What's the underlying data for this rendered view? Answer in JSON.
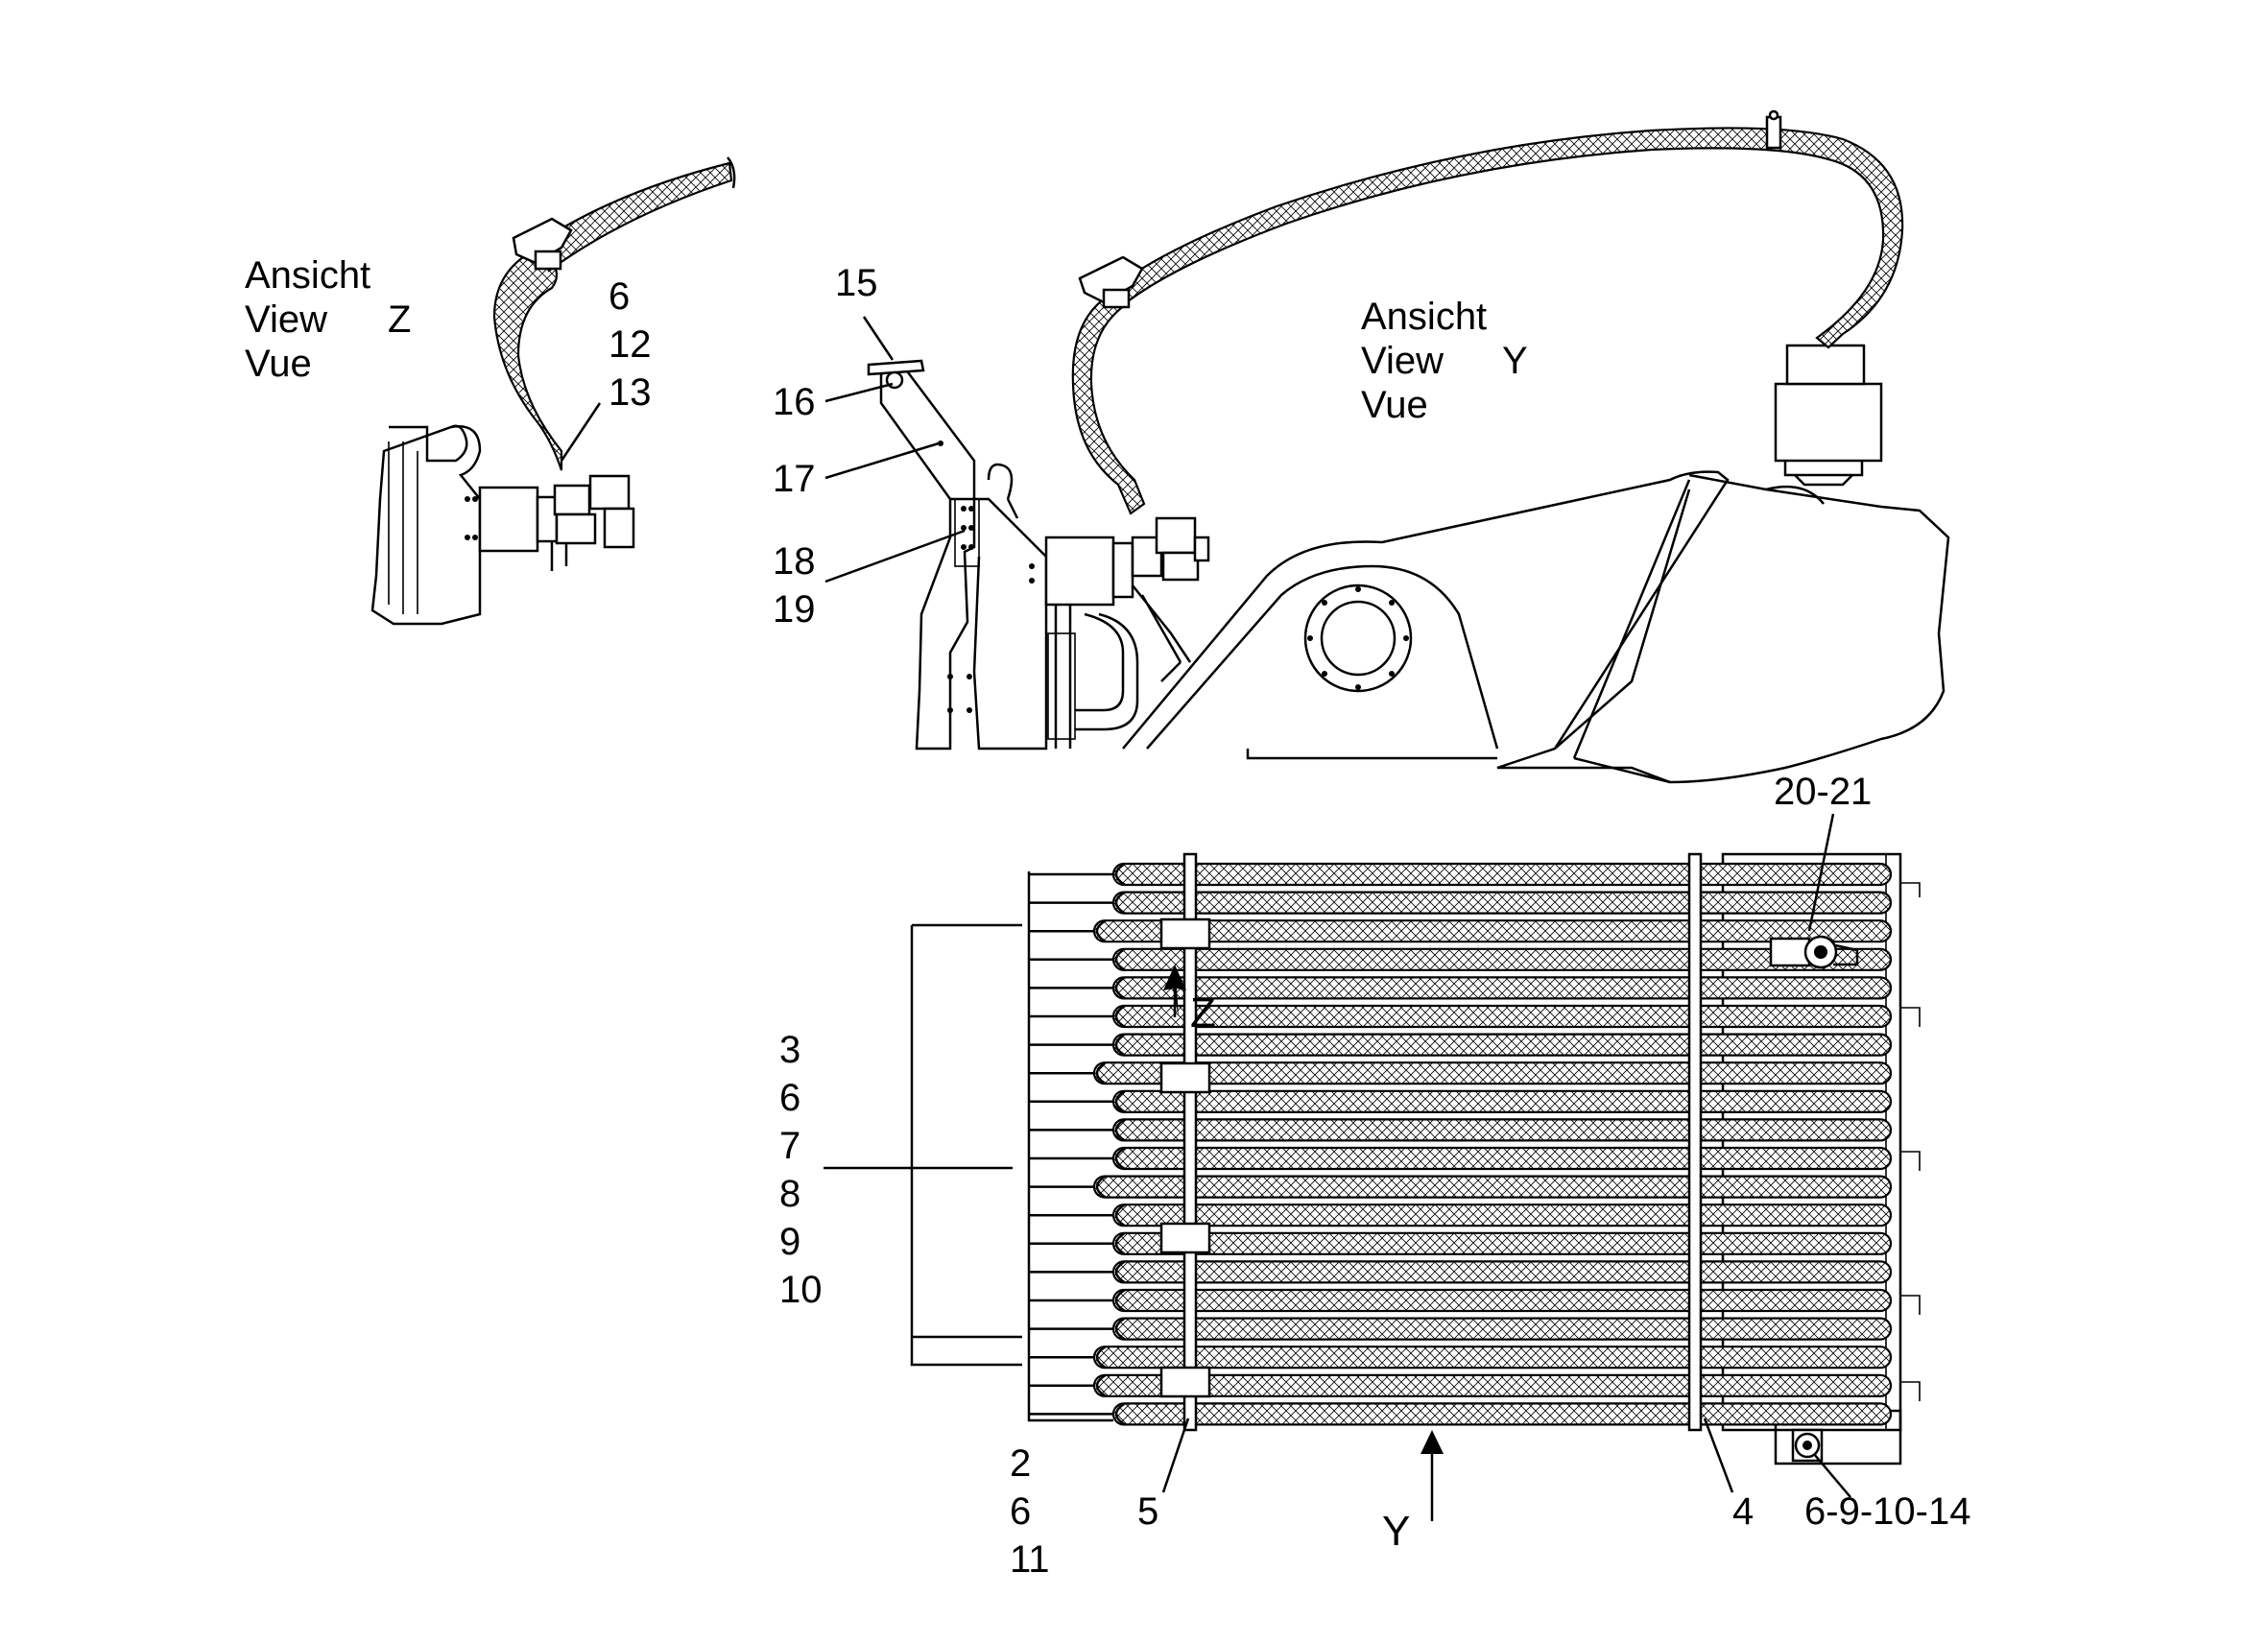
{
  "views": {
    "z": {
      "line1": "Ansicht",
      "line2": "View",
      "line3": "Vue",
      "letter": "Z"
    },
    "y": {
      "line1": "Ansicht",
      "line2": "View",
      "line3": "Vue",
      "letter": "Y"
    }
  },
  "callouts": {
    "c6a": "6",
    "c12": "12",
    "c13": "13",
    "c15": "15",
    "c16": "16",
    "c17": "17",
    "c18": "18",
    "c19": "19",
    "c2021": "20-21",
    "c3": "3",
    "c6b": "6",
    "c7": "7",
    "c8": "8",
    "c9": "9",
    "c10": "10",
    "c2": "2",
    "c6c": "6",
    "c11": "11",
    "c5": "5",
    "c4": "4",
    "c691014": "6-9-10-14"
  },
  "arrows": {
    "z": "Z",
    "y": "Y"
  }
}
